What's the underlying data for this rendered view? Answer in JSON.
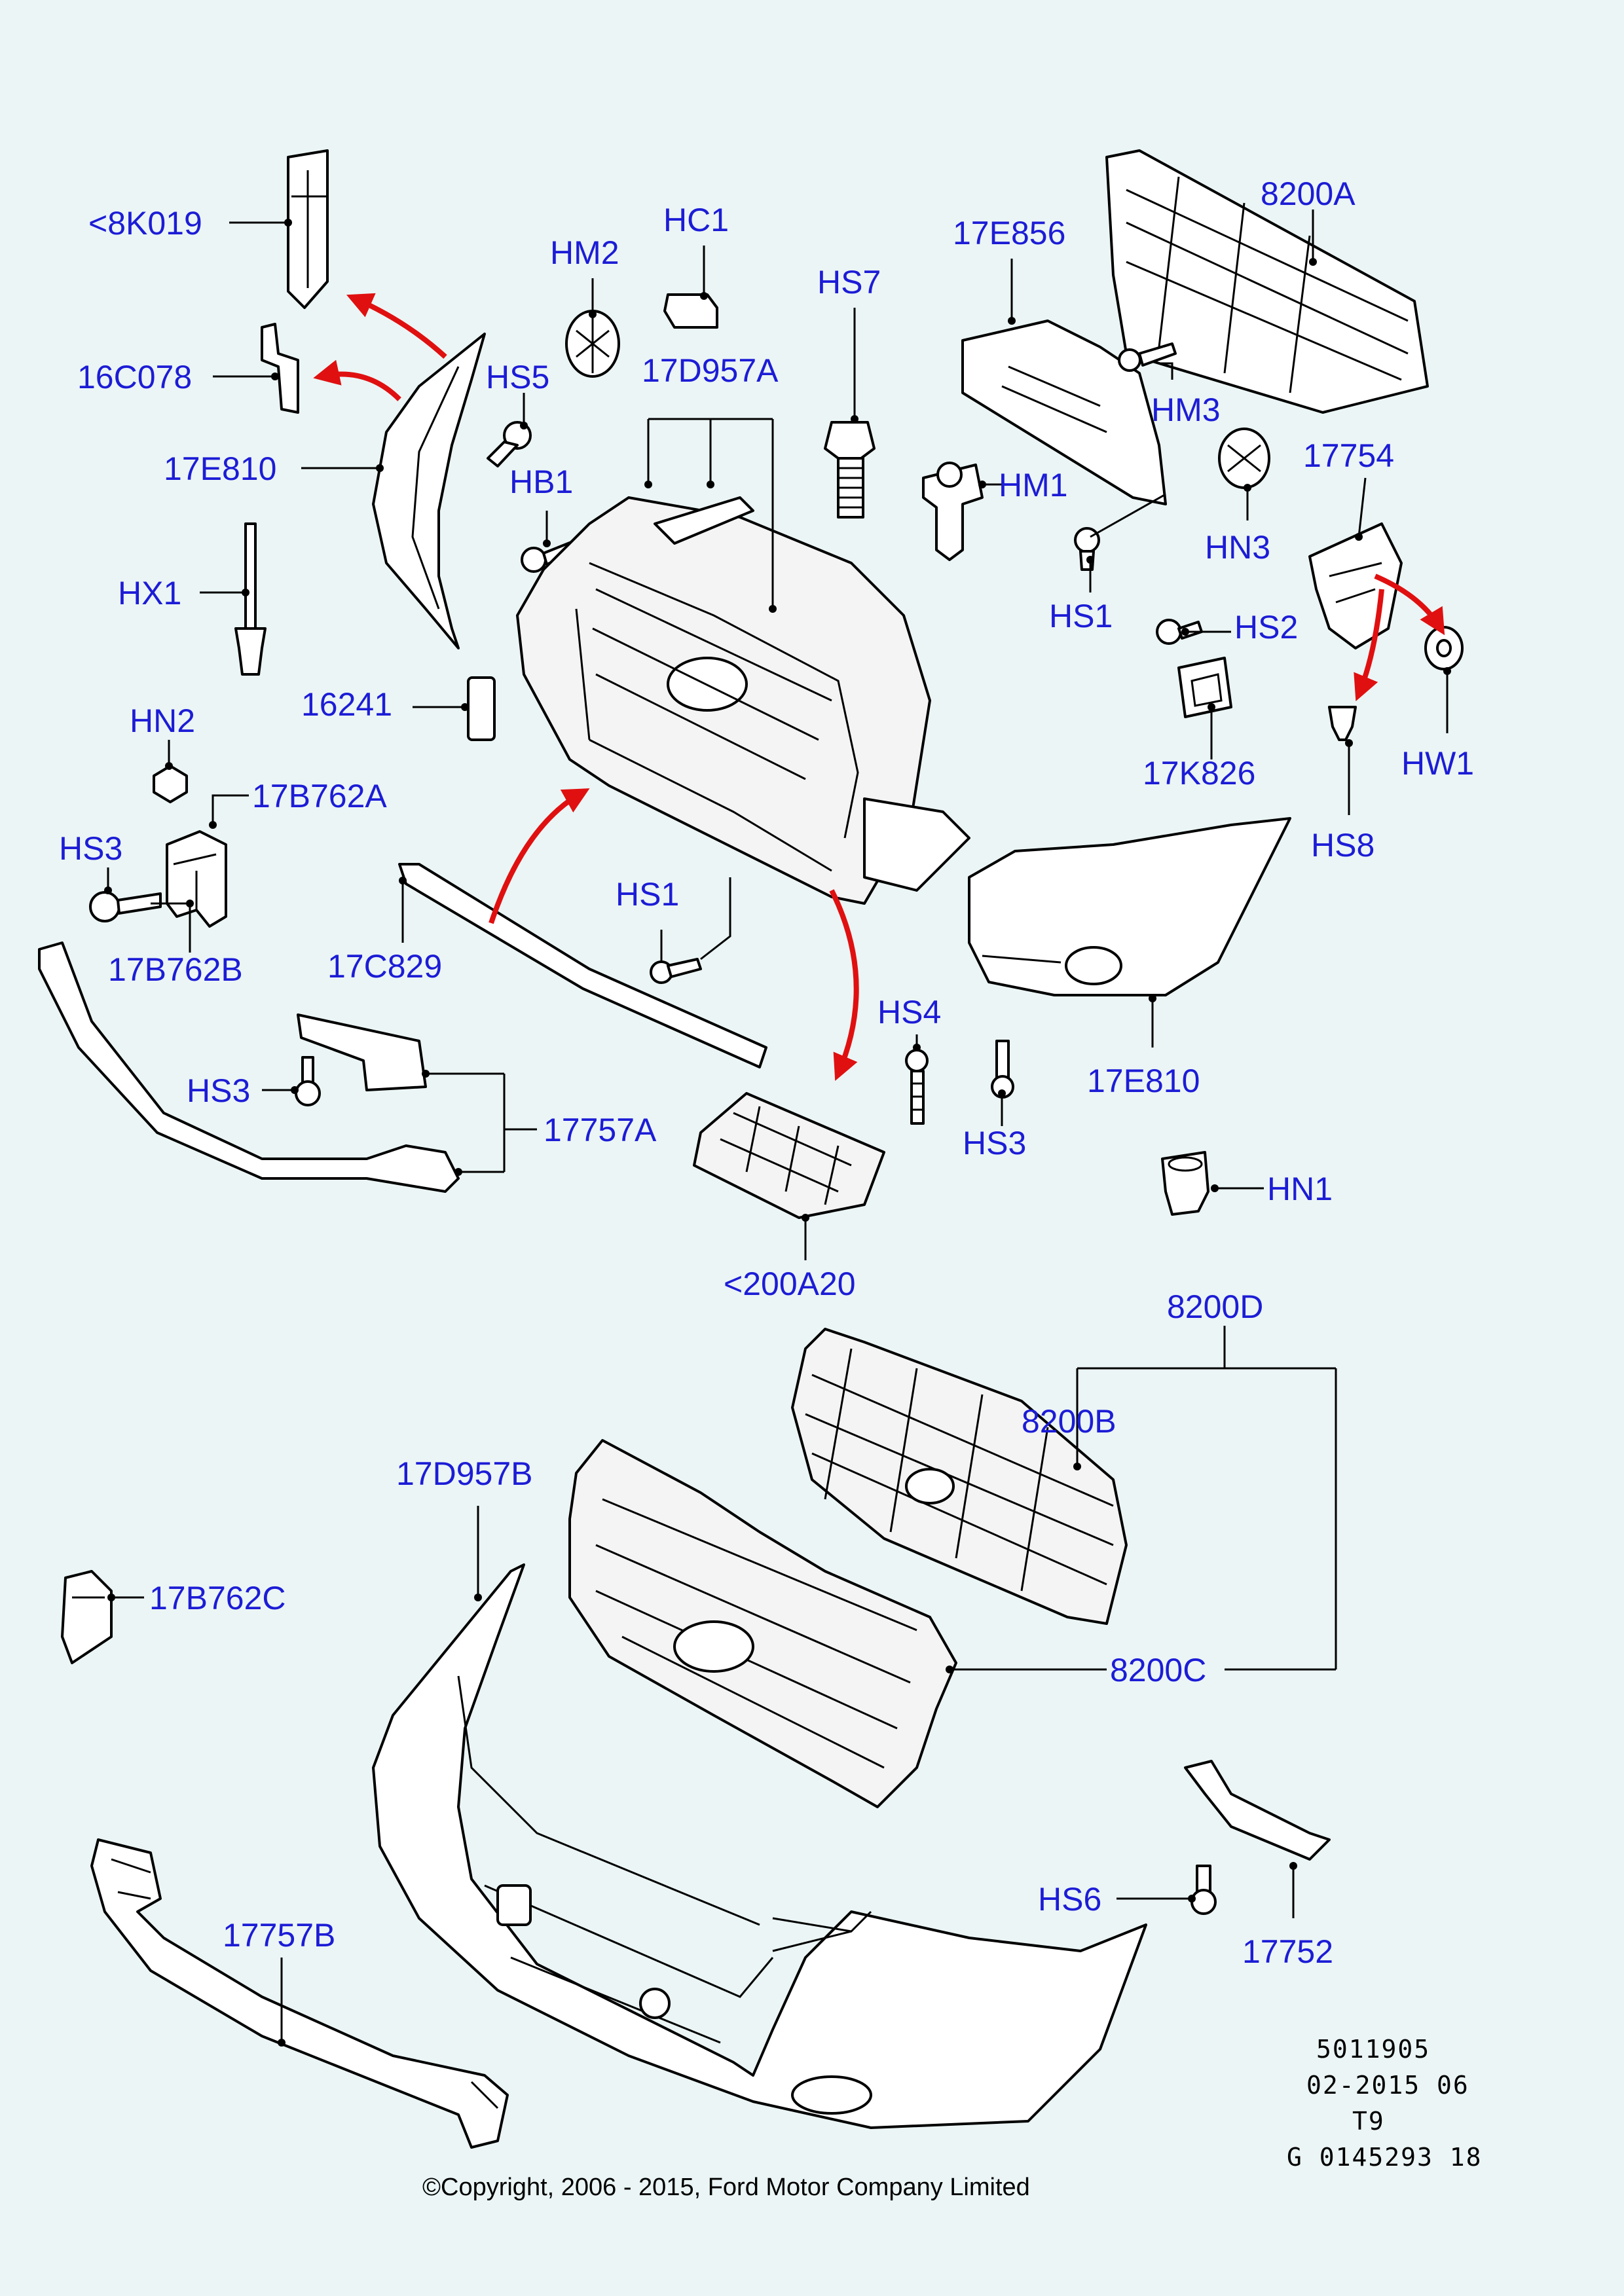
{
  "colors": {
    "background": "#ebf5f5",
    "label": "#1c1cd6",
    "arrow": "#e01010"
  },
  "labels": {
    "p8k019": "<8K019",
    "p16c078": "16C078",
    "p17e810_top": "17E810",
    "hx1": "HX1",
    "hm2": "HM2",
    "hc1": "HC1",
    "hs5": "HS5",
    "p17d957a": "17D957A",
    "hb1": "HB1",
    "hs7": "HS7",
    "p17e856": "17E856",
    "p8200a": "8200A",
    "hm3": "HM3",
    "hm1": "HM1",
    "hs1_top": "HS1",
    "hn3": "HN3",
    "p17754": "17754",
    "hs2": "HS2",
    "p17k826": "17K826",
    "hw1": "HW1",
    "hs8": "HS8",
    "p16241": "16241",
    "hn2": "HN2",
    "p17b762a": "17B762A",
    "hs3_left": "HS3",
    "p17b762b": "17B762B",
    "p17c829": "17C829",
    "hs1_mid": "HS1",
    "hs4": "HS4",
    "hs3_mid": "HS3",
    "p17e810_bottom": "17E810",
    "hs3_bracket": "HS3",
    "p17757a": "17757A",
    "hn1": "HN1",
    "p200a20": "<200A20",
    "p8200d": "8200D",
    "p8200b": "8200B",
    "p17d957b": "17D957B",
    "p17b762c": "17B762C",
    "p8200c": "8200C",
    "hs6": "HS6",
    "p17752": "17752",
    "p17757b": "17757B"
  },
  "footer": {
    "code1": "5011905",
    "code2": "02-2015 06",
    "code3": "T9",
    "code4": "G 0145293 18",
    "copyright": "©Copyright, 2006 - 2015, Ford Motor Company Limited"
  }
}
